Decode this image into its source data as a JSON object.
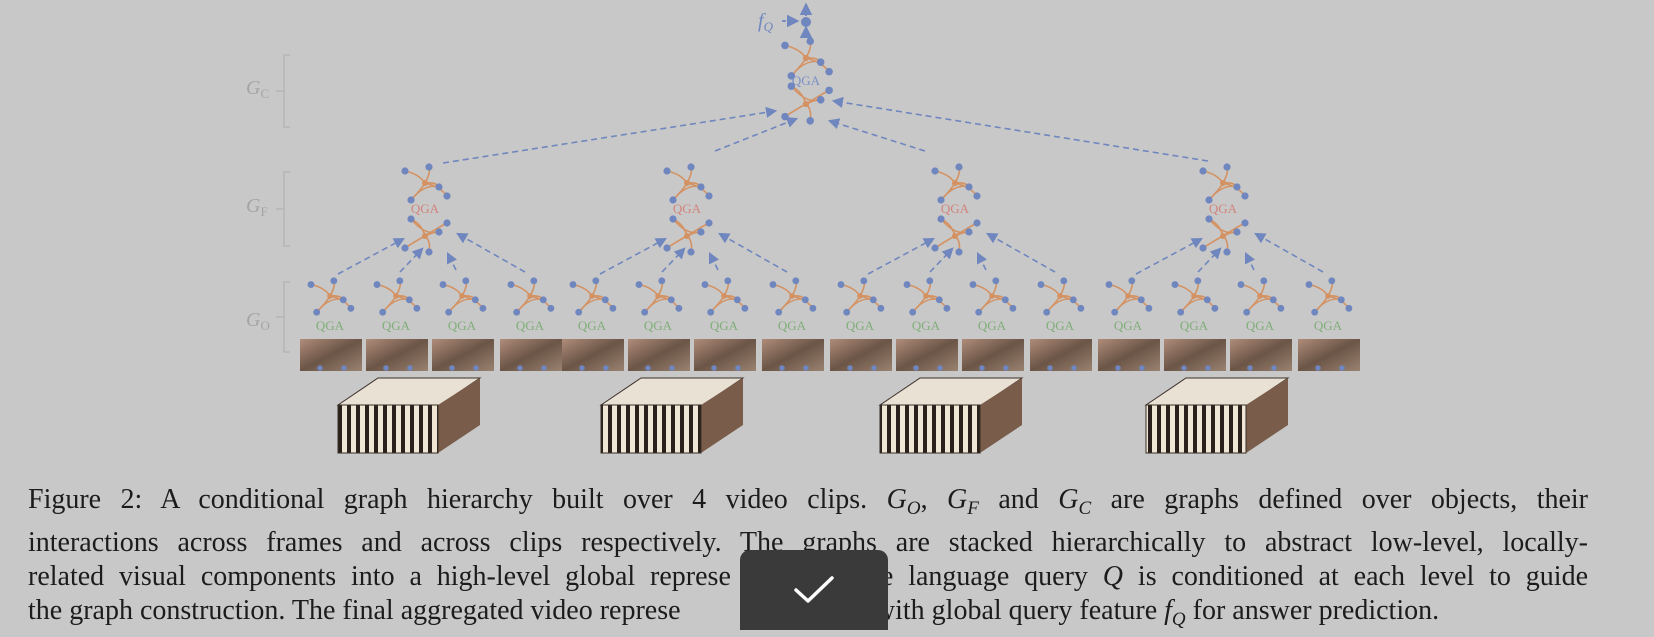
{
  "figure": {
    "level_labels": {
      "gc": {
        "main": "G",
        "sub": "C"
      },
      "gf": {
        "main": "G",
        "sub": "F"
      },
      "go": {
        "main": "G",
        "sub": "O"
      }
    },
    "node_label": "QGA",
    "query_feature": {
      "main": "f",
      "sub": "Q"
    },
    "clip_count": 4,
    "objects_per_clip": 4,
    "colors": {
      "node_blue": "#6f86be",
      "edge_orange": "#d49262",
      "qga_clip": "#7a8fc4",
      "qga_frame": "#d2847c",
      "qga_object": "#7fae78",
      "level_label": "#a4a4a4"
    }
  },
  "caption": {
    "figure_label": "Figure 2:",
    "l1_a": "A conditional graph hierarchy built over 4 video clips.",
    "go_main": "G",
    "go_sub": "O",
    "gf_main": "G",
    "gf_sub": "F",
    "and_word": "and",
    "gc_main": "G",
    "gc_sub": "C",
    "l1_b": "are graphs defined over objects, their",
    "l2": "interactions across frames and across clips respectively. The graphs are stacked hierarchically to abstract low-level, locally-",
    "l3_a": "related visual components into a high-level global represe",
    "l3_b": "e language query",
    "q_main": "Q",
    "l3_c": "is conditioned at each level to guide",
    "l4_a": "the graph construction. The final aggregated video represe",
    "l4_b": "sed with global query feature",
    "fq_main": "f",
    "fq_sub": "Q",
    "l4_c": "for answer prediction."
  },
  "overlay": {
    "icon": "checkmark-icon"
  }
}
